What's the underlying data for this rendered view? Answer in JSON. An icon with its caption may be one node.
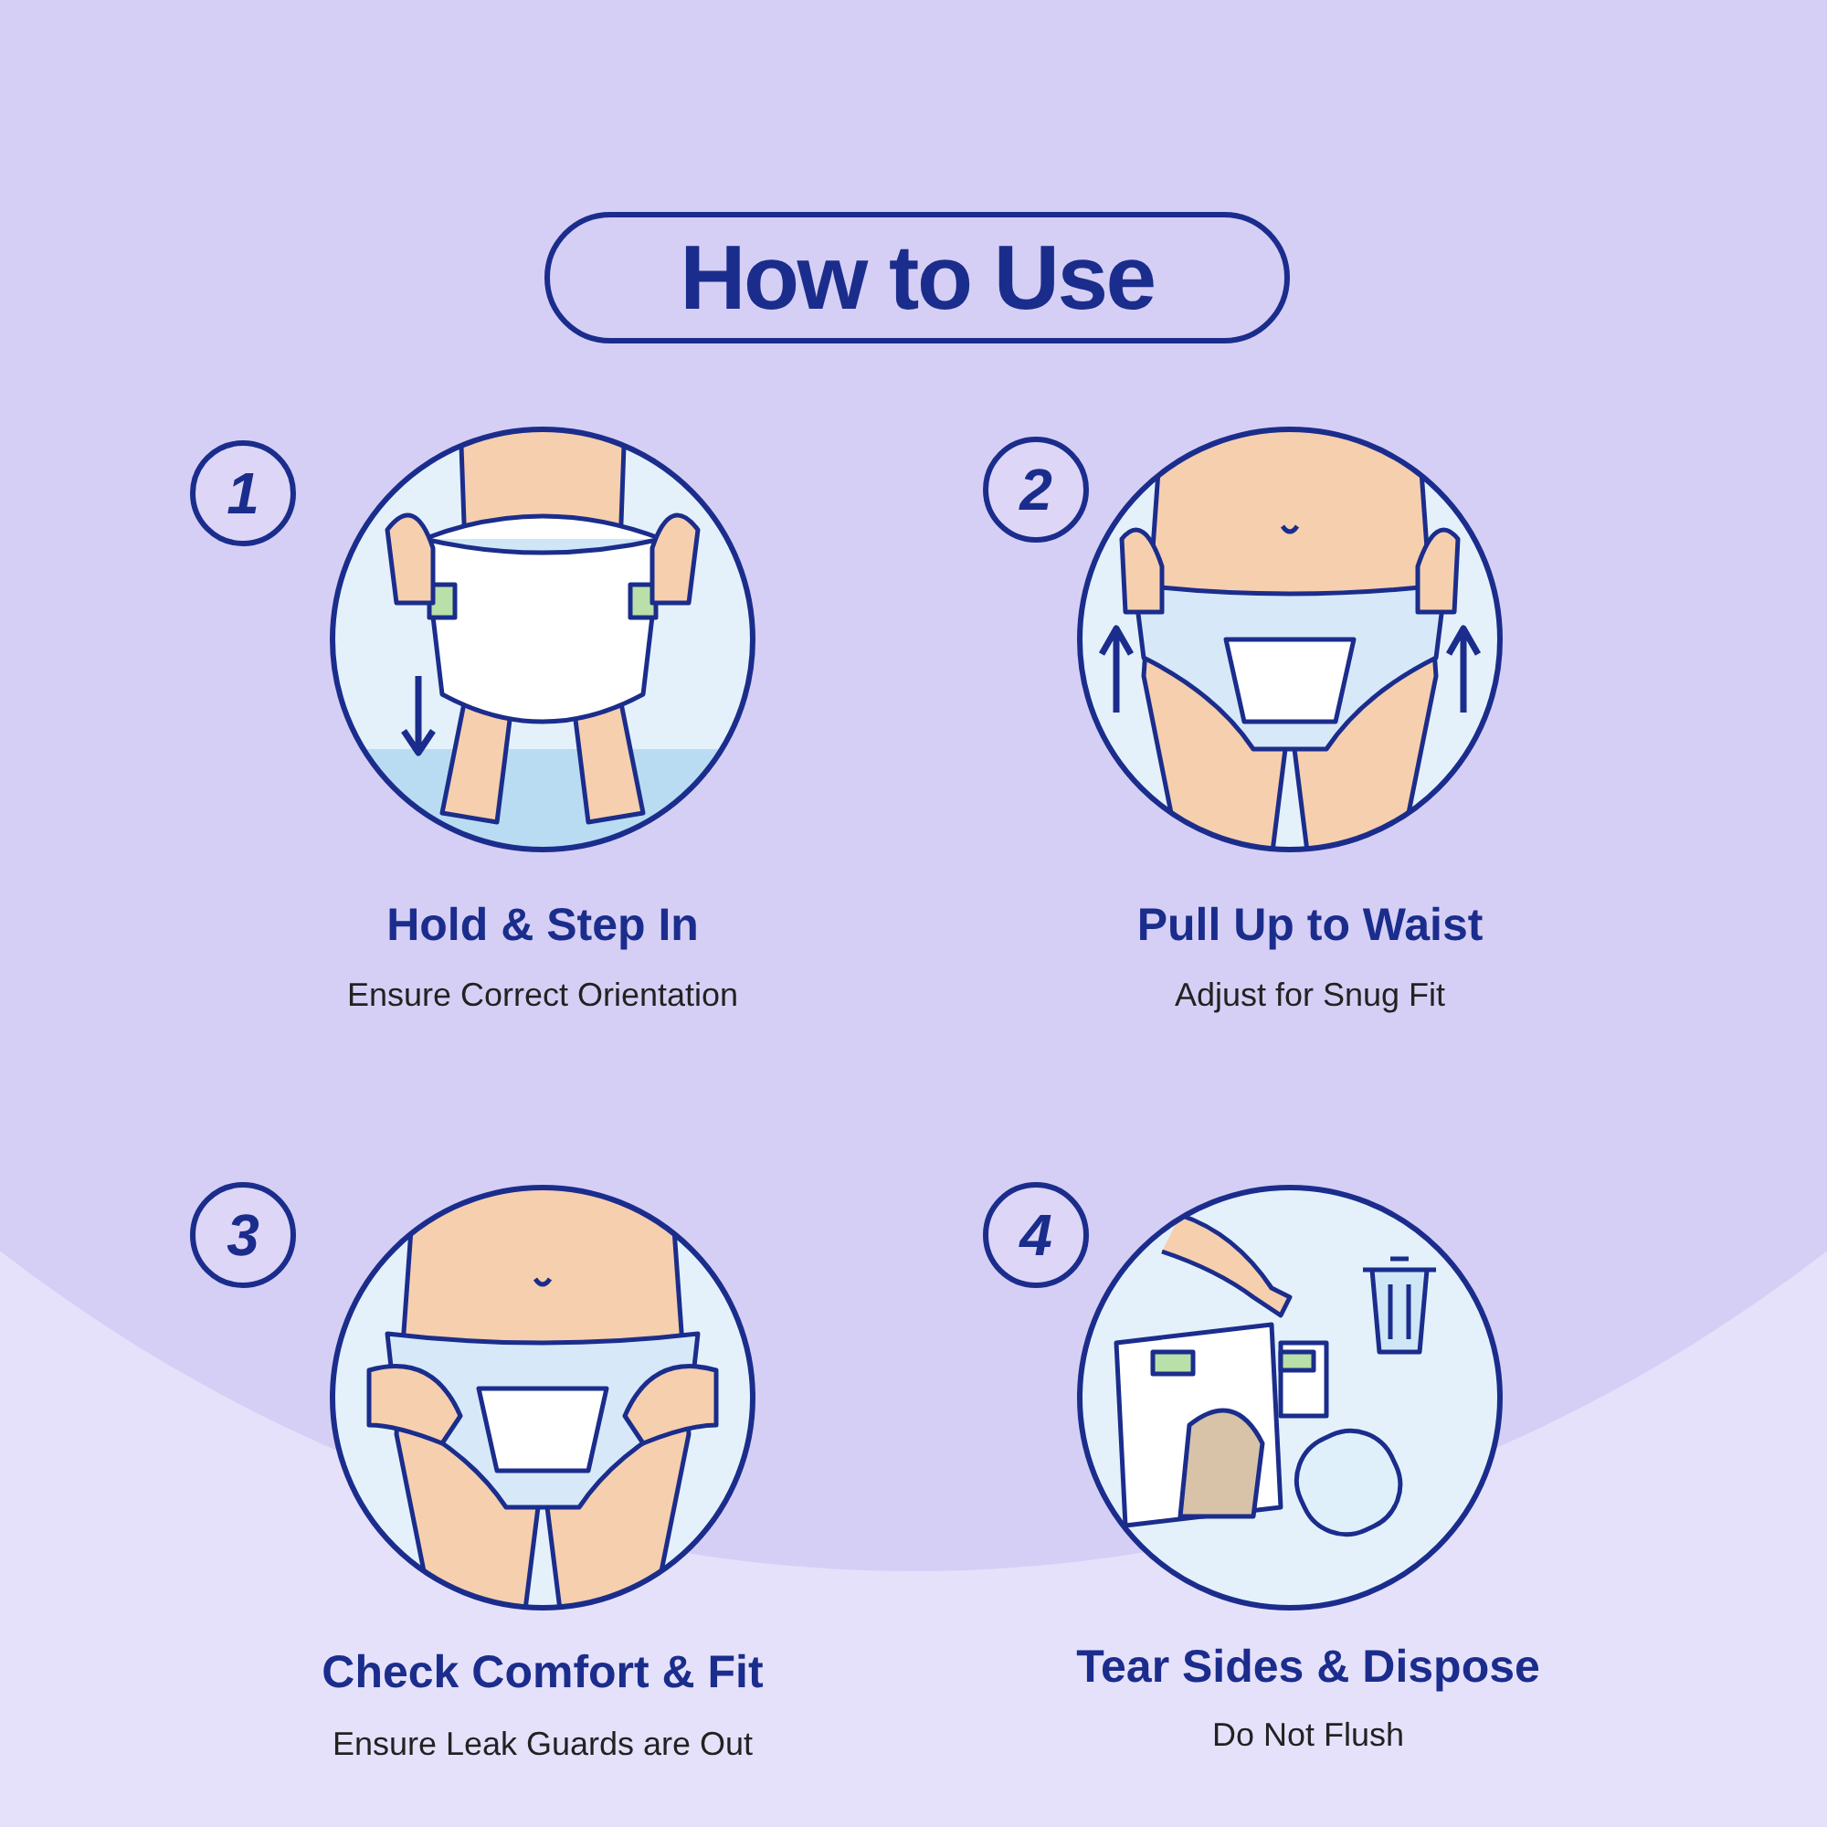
{
  "diagram": {
    "title": "How to Use",
    "nodes": [
      {
        "text": [
          "1"
        ]
      },
      {
        "text": [
          "2"
        ]
      },
      {
        "text": [
          "3"
        ]
      },
      {
        "text": [
          "4"
        ]
      }
    ],
    "labels": [
      "Hold & Step In",
      "Ensure Correct Orientation",
      "Pull Up to Waist",
      "Adjust for Snug Fit",
      "Check Comfort & Fit",
      "Ensure Leak Guards are Out",
      "Tear Sides & Dispose",
      "Do Not Flush"
    ]
  }
}
